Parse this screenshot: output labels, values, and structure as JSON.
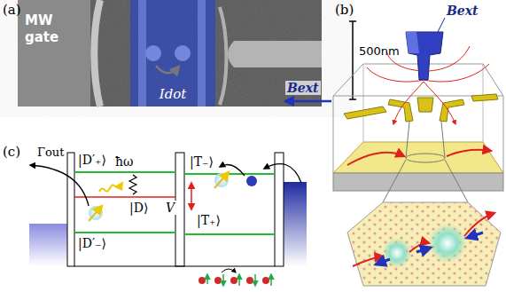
{
  "diagram": {
    "nodes": [
      {
        "text": [
          "MW gate"
        ]
      },
      {
        "text": [
          "Idot"
        ]
      }
    ],
    "labels": [
      "(a)",
      "500nm",
      "Bext",
      "(b)",
      "Bext",
      "(c)",
      "Γout",
      "|D′₊⟩",
      "ħω",
      "|D⟩",
      "V",
      "|D′₋⟩",
      "|T₋⟩",
      "|T₊⟩"
    ]
  }
}
